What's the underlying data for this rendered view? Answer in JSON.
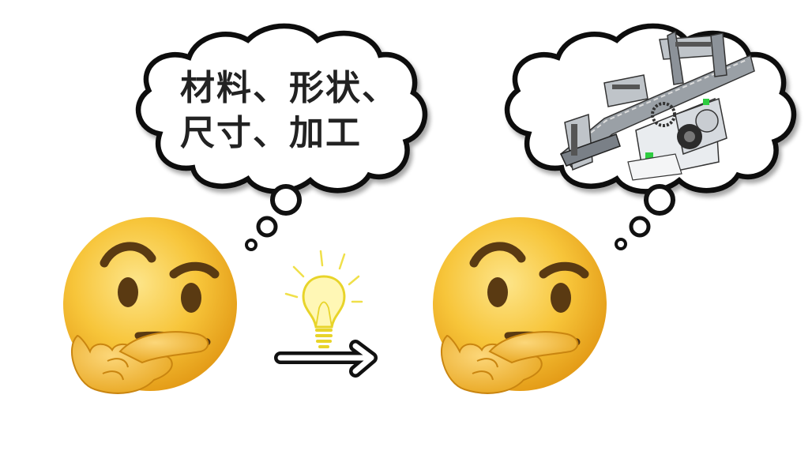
{
  "left_thought": {
    "line1": "材料、形状、",
    "line2": "尺寸、加工"
  },
  "right_thought": {
    "icon": "robot-arm-cad-model-icon"
  },
  "transition": {
    "icons": [
      "lightbulb-icon",
      "right-arrow-icon"
    ]
  },
  "characters": {
    "icon": "thinking-face-emoji-icon",
    "count": 2
  },
  "colors": {
    "face_yellow": "#f7c53a",
    "face_shadow": "#e8a119",
    "feature_brown": "#5a3a12",
    "bulb_yellow": "#f2e23a",
    "outline": "#111111"
  }
}
